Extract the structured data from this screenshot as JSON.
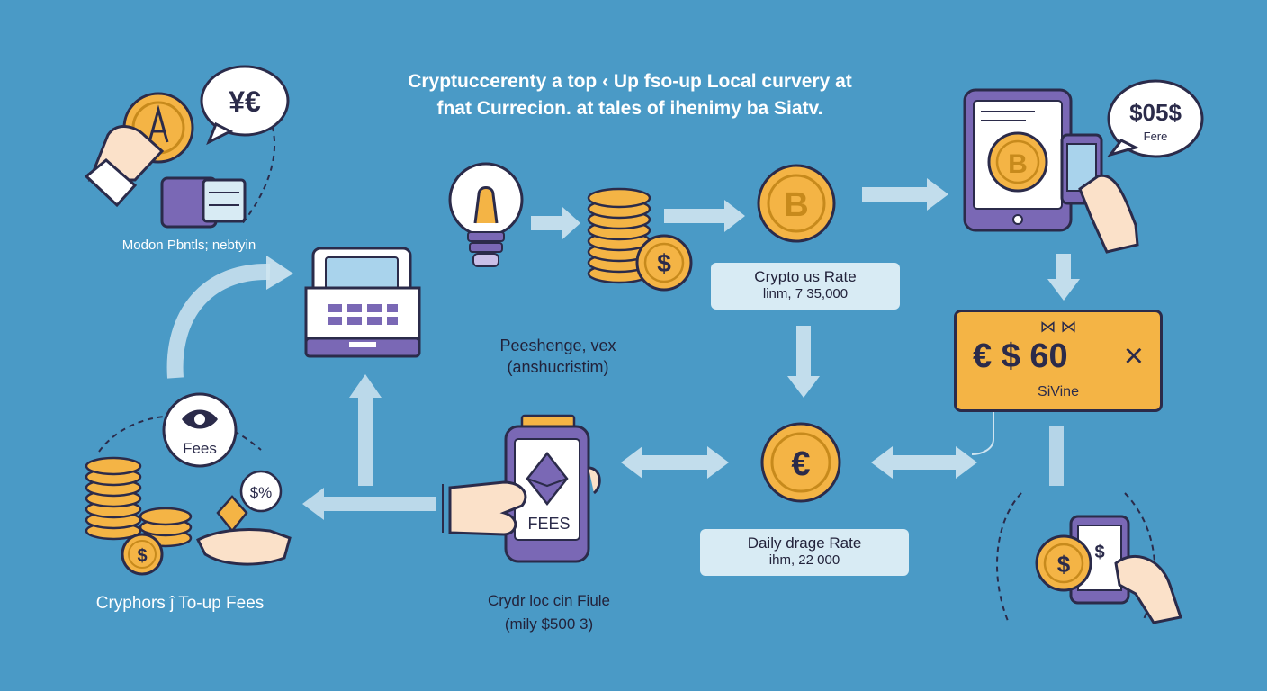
{
  "title": {
    "line1": "Cryptuccerenty a top ‹ Up fso-up Local curvery at",
    "line2": "fnat Currecion. at tales of ihenimy ba Siatv."
  },
  "labels": {
    "top_left": "Modon Pbntls; nebtyin",
    "center_middle": {
      "line1": "Peeshenge, vex",
      "line2": "(anshucristim)"
    },
    "bottom_left": "Cryphors ĵ To-up Fees",
    "bottom_center": {
      "line1": "Crydr loc cin Fiule",
      "line2": "(mily $500 3)"
    }
  },
  "bubbles": {
    "currency": "¥€",
    "fees_top": {
      "line1": "$05$",
      "line2": "Fere"
    },
    "fees_left": "Fees",
    "percent": "$%"
  },
  "phone_fees": "FEES",
  "rate_boxes": {
    "crypto": {
      "line1": "Crypto us Rate",
      "line2": "linm, 7 35,000"
    },
    "daily": {
      "line1": "Daily drage Rate",
      "line2": "ihm, 22 000"
    }
  },
  "gold_panel": {
    "symbols": "€ $ 60",
    "close": "×",
    "caption": "SiVine",
    "top_marks": "⋈ ⋈"
  },
  "coin_glyphs": {
    "bitcoin": "B",
    "dollar": "$",
    "euro": "€"
  },
  "colors": {
    "background": "#4a9ac6",
    "gold": "#f4b445",
    "outline": "#2b2b4a",
    "purple": "#7a68b5",
    "arrow": "#cfe4f0",
    "box": "#d8ebf4"
  }
}
